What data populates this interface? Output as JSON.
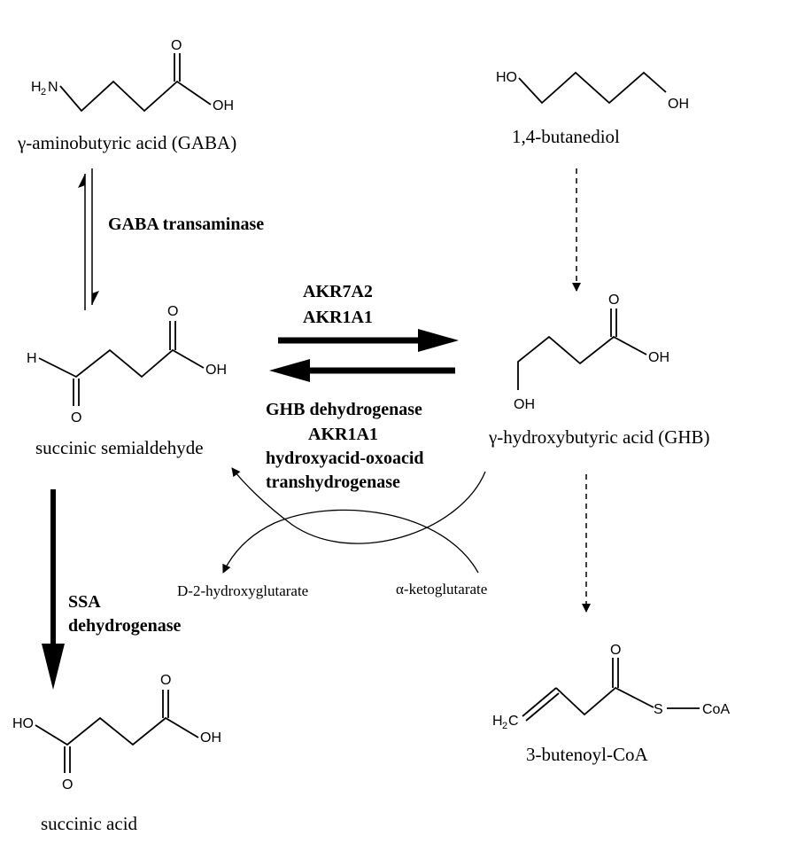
{
  "compounds": {
    "gaba": {
      "name": "γ-aminobutyric acid (GABA)",
      "amine": "H",
      "amine_sub": "2",
      "amine_n": "N",
      "o": "O",
      "oh": "OH"
    },
    "butanediol": {
      "name": "1,4-butanediol",
      "ho_left": "HO",
      "oh_right": "OH"
    },
    "ssa": {
      "name": "succinic semialdehyde",
      "h": "H",
      "o_top": "O",
      "oh": "OH",
      "o_bottom": "O"
    },
    "ghb": {
      "name": "γ-hydroxybutyric acid (GHB)",
      "o": "O",
      "oh": "OH",
      "oh_bottom": "OH"
    },
    "succinic": {
      "name": "succinic  acid",
      "ho": "HO",
      "o_top": "O",
      "oh": "OH",
      "o_bottom": "O"
    },
    "butenoyl": {
      "name": "3-butenoyl-CoA",
      "h": "H",
      "h_sub": "2",
      "c": "C",
      "o": "O",
      "s": "S",
      "coa": "CoA"
    }
  },
  "enzymes": {
    "gaba_transaminase": "GABA transaminase",
    "forward": [
      "AKR7A2",
      "AKR1A1"
    ],
    "reverse": [
      "GHB dehydrogenase",
      "AKR1A1",
      "hydroxyacid-oxoacid",
      "transhydrogenase"
    ],
    "ssa_dehydrogenase": [
      "SSA",
      "dehydrogenase"
    ]
  },
  "cofactors": {
    "product": "D-2-hydroxyglutarate",
    "substrate": "α-ketoglutarate"
  }
}
